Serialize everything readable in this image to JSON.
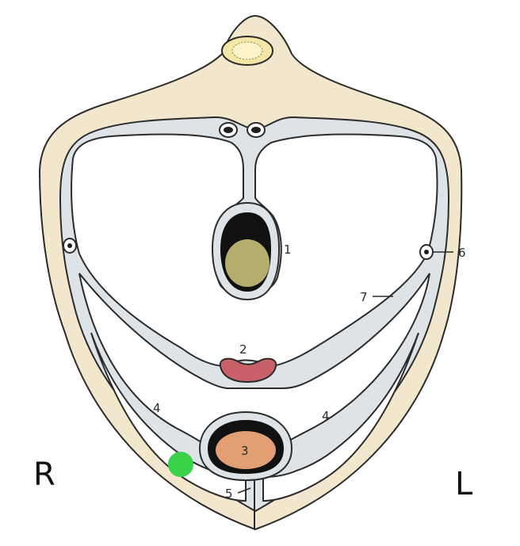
{
  "labels": {
    "n1": "1",
    "n2": "2",
    "n3": "3",
    "n4_left": "4",
    "n4_right": "4",
    "n5": "5",
    "n6": "6",
    "n7": "7"
  },
  "side_markers": {
    "right": "R",
    "left": "L"
  },
  "colors": {
    "body_tissue": "#f2e6cc",
    "fascia": "#dde3e6",
    "cavity": "#ffffff",
    "outline": "#2b2b2b",
    "organ1_core": "#b5ad6e",
    "organ2": "#c96268",
    "organ3": "#e29f73",
    "marker": "#3ad24a"
  }
}
